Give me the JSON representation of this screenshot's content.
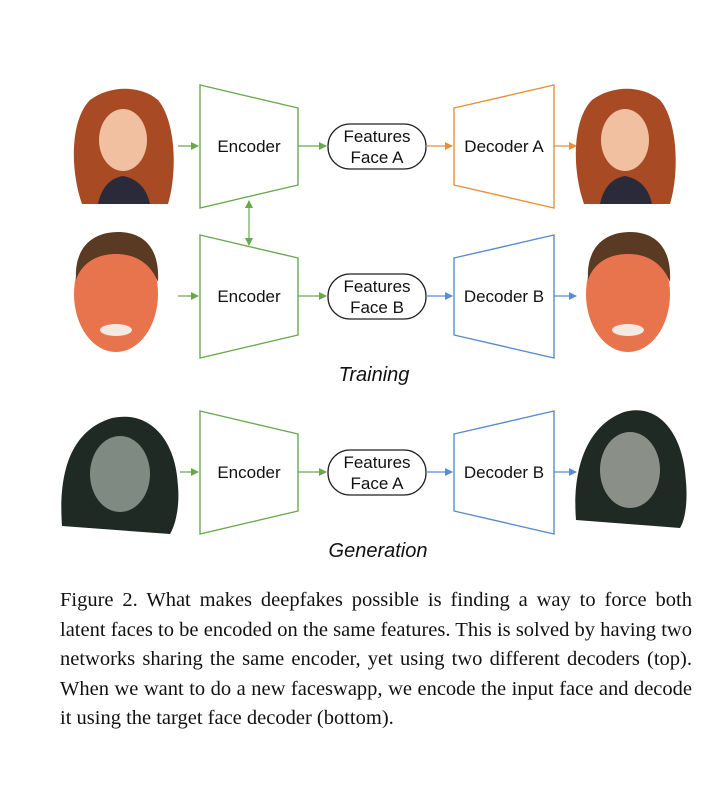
{
  "diagram": {
    "rows": [
      {
        "encoder": "Encoder",
        "features_line1": "Features",
        "features_line2": "Face A",
        "decoder": "Decoder A"
      },
      {
        "encoder": "Encoder",
        "features_line1": "Features",
        "features_line2": "Face B",
        "decoder": "Decoder B"
      },
      {
        "encoder": "Encoder",
        "features_line1": "Features",
        "features_line2": "Face A",
        "decoder": "Decoder B"
      }
    ],
    "training_label": "Training",
    "generation_label": "Generation",
    "colors": {
      "encoder": "#6aa84f",
      "decoder_a": "#e69138",
      "decoder_b": "#5b8bd0"
    },
    "images": [
      "face-a-photo",
      "face-a-reconstructed",
      "face-b-photo",
      "face-b-reconstructed",
      "face-a-generation-input",
      "face-swapped-output"
    ]
  },
  "caption": "Figure 2. What makes deepfakes possible is finding a way to force both latent faces to be encoded on the same features. This is solved by having two networks sharing the same encoder, yet using two different decoders (top). When we want to do a new faceswapp, we encode the input face and decode it using the target face decoder (bottom)."
}
